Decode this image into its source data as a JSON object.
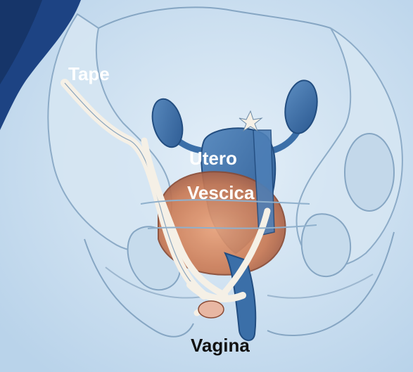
{
  "labels": {
    "tape": "Tape",
    "uterus": "Utero",
    "bladder": "Vescica",
    "vagina": "Vagina"
  },
  "colors": {
    "background": "#cfe2f0",
    "pelvis_fill": "#d9e9f4",
    "pelvis_outline": "#7e9fbd",
    "dark_corner": "#1a3f7a",
    "uterus_blue": "#3b6fa8",
    "bladder_orange": "#d98a5e",
    "tape": "#f4efe6",
    "label_light": "#ffffff",
    "label_dark": "#111111"
  }
}
